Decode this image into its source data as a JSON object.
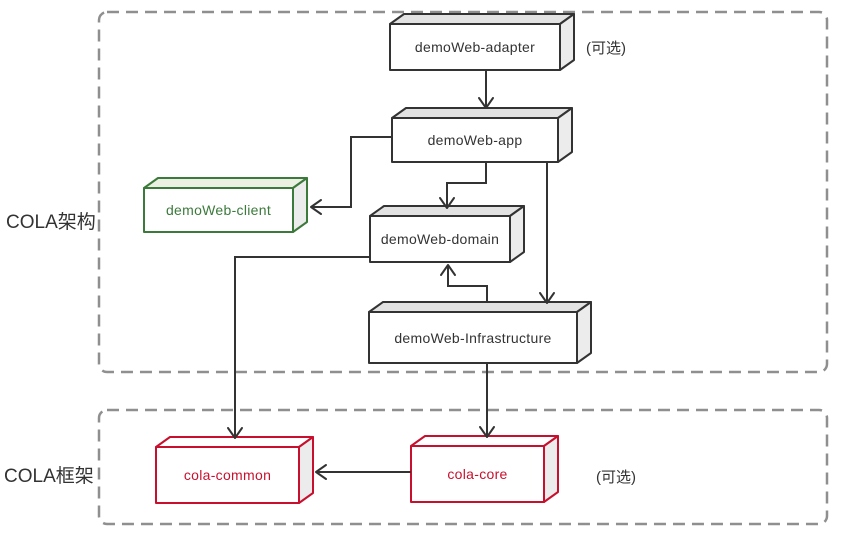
{
  "diagram": {
    "title": "COLA architecture dependency diagram",
    "groups": [
      {
        "id": "cola-arch",
        "label": "COLA架构"
      },
      {
        "id": "cola-framework",
        "label": "COLA框架"
      }
    ],
    "nodes": [
      {
        "id": "demoWeb-adapter",
        "label": "demoWeb-adapter",
        "group": "cola-arch",
        "style": "default",
        "annotation": "(可选)"
      },
      {
        "id": "demoWeb-app",
        "label": "demoWeb-app",
        "group": "cola-arch",
        "style": "default"
      },
      {
        "id": "demoWeb-client",
        "label": "demoWeb-client",
        "group": "cola-arch",
        "style": "green"
      },
      {
        "id": "demoWeb-domain",
        "label": "demoWeb-domain",
        "group": "cola-arch",
        "style": "default"
      },
      {
        "id": "demoWeb-Infrastructure",
        "label": "demoWeb-Infrastructure",
        "group": "cola-arch",
        "style": "default"
      },
      {
        "id": "cola-common",
        "label": "cola-common",
        "group": "cola-framework",
        "style": "red"
      },
      {
        "id": "cola-core",
        "label": "cola-core",
        "group": "cola-framework",
        "style": "red",
        "annotation": "(可选)"
      }
    ],
    "edges": [
      {
        "from": "demoWeb-adapter",
        "to": "demoWeb-app"
      },
      {
        "from": "demoWeb-app",
        "to": "demoWeb-client"
      },
      {
        "from": "demoWeb-app",
        "to": "demoWeb-domain"
      },
      {
        "from": "demoWeb-app",
        "to": "demoWeb-Infrastructure"
      },
      {
        "from": "demoWeb-Infrastructure",
        "to": "demoWeb-domain"
      },
      {
        "from": "demoWeb-domain",
        "to": "cola-common"
      },
      {
        "from": "demoWeb-Infrastructure",
        "to": "cola-core"
      },
      {
        "from": "cola-core",
        "to": "cola-common"
      }
    ],
    "colors": {
      "ink": "#333333",
      "box_face_top": "#e2e2e2",
      "box_face_side": "#ececec",
      "green_border": "#3c7a3c",
      "green_face_top": "#eaf0e2",
      "red_border": "#c8102e",
      "dashed_border": "#8f8f8f"
    }
  }
}
